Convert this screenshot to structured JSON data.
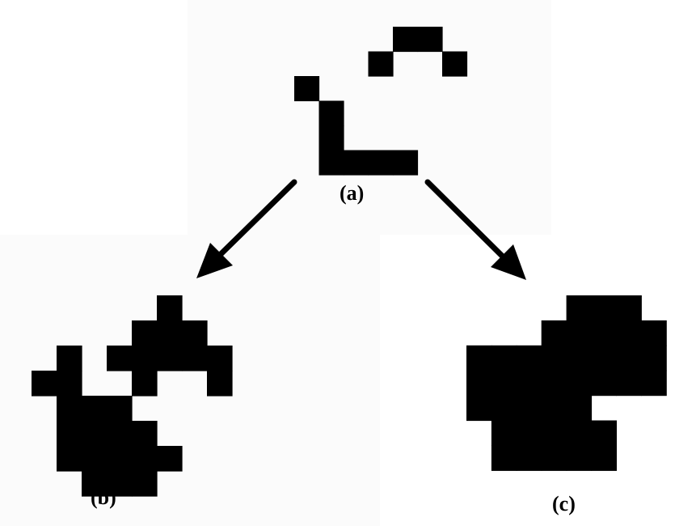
{
  "labels": {
    "a": "(a)",
    "b": "(b)",
    "c": "(c)"
  },
  "colors": {
    "pixel": "#000000",
    "background": "#ffffff",
    "panel_background": "#fbfbfb"
  },
  "pattern_a": {
    "rows": [
      "....##.",
      "...#..#",
      "#......",
      ".#.....",
      ".#.....",
      ".####.."
    ]
  },
  "pattern_b": {
    "rows": [
      ".....#...",
      "....###..",
      ".#.#####.",
      "##..#..#.",
      ".###.....",
      ".####....",
      ".#####...",
      "..###...."
    ]
  },
  "pattern_c": {
    "rows": [
      "....###.",
      "...#####",
      "########",
      "########",
      "#####...",
      ".#####..",
      ".#####.."
    ]
  }
}
